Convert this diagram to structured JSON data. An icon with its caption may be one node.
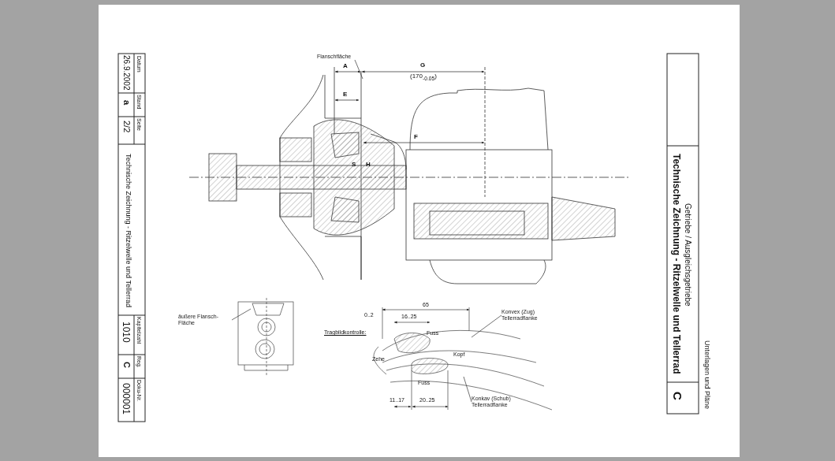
{
  "diagram": {
    "nodes": [
      {
        "text": [
          "Flanschfläche"
        ]
      },
      {
        "text": [
          "äußere Flansch-Fläche"
        ]
      },
      {
        "text": [
          "Konvex (Zug) Tellerradflanke"
        ]
      },
      {
        "text": [
          "Konkav (Schub) Tellerradflanke"
        ]
      }
    ],
    "edges": [
      {
        "from": 0,
        "to": null,
        "arrow": "none"
      },
      {
        "from": 1,
        "to": null,
        "arrow": "none"
      },
      {
        "from": 2,
        "to": null,
        "arrow": "none"
      },
      {
        "from": 3,
        "to": null,
        "arrow": "none"
      }
    ],
    "labels": [
      "26.9.2002",
      "Datum",
      "a",
      "Stand",
      "2/2",
      "Seite",
      "Technische Zeichnung - Ritzelwelle und Tellerrad",
      "1010",
      "Kapitelzahl",
      "C",
      "Reg.",
      "000001",
      "Doku-Nr.",
      "A",
      "G",
      "(170$_{-0.05}$)",
      "E",
      "F",
      "S",
      "H",
      "0..2",
      "65",
      "16..25",
      "Tragbildkontrolle:",
      "Fuss",
      "Zehe",
      "Kopf",
      "Fuss",
      "11..17",
      "20..25",
      "Getriebe / Ausgleichsgetriebe",
      "Technische Zeichnung - Ritzelwelle und Tellerrad",
      "C",
      "Unterlagen und Pläne"
    ]
  }
}
